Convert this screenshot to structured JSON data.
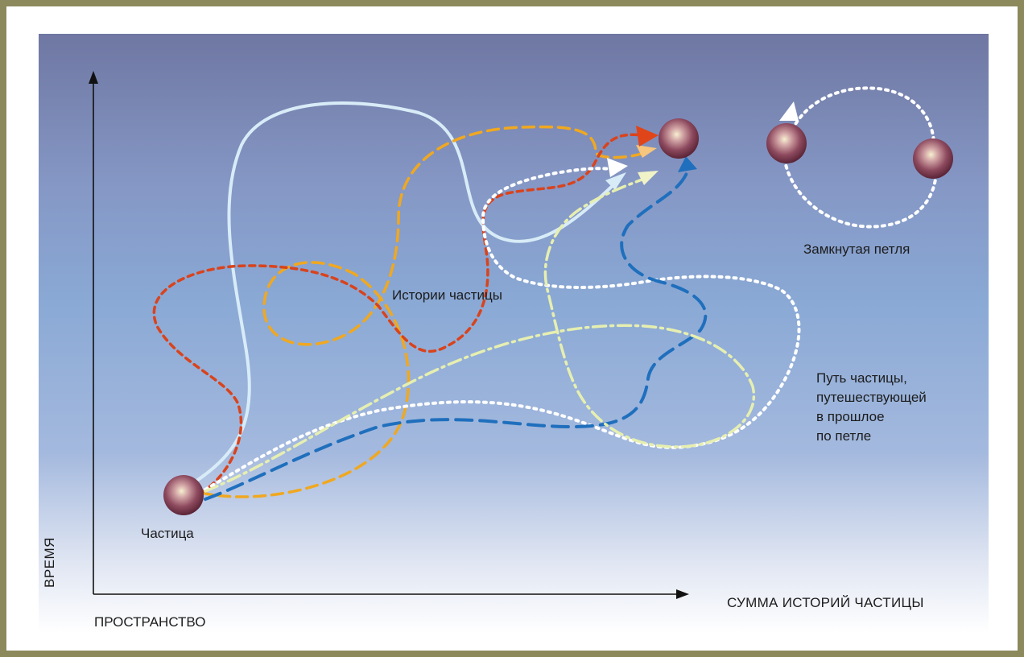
{
  "labels": {
    "particle": "Частица",
    "histories": "Истории частицы",
    "closed_loop": "Замкнутая петля",
    "loop_path_lines": [
      "Путь частицы,",
      "путешествующей",
      "в прошлое",
      "по петле"
    ],
    "axis_y": "ВРЕМЯ",
    "axis_x": "ПРОСТРАНСТВО",
    "title": "СУММА ИСТОРИЙ ЧАСТИЦЫ"
  },
  "colors": {
    "frame": "#8c8a5d",
    "path_red": "#d9431c",
    "path_orange": "#f0a820",
    "path_light_blue": "#d8ecf8",
    "path_white_dotted": "#ffffff",
    "path_blue": "#1f6fbd",
    "path_pale_yellow": "#e6efb0",
    "sphere": "#8e4a5f"
  }
}
